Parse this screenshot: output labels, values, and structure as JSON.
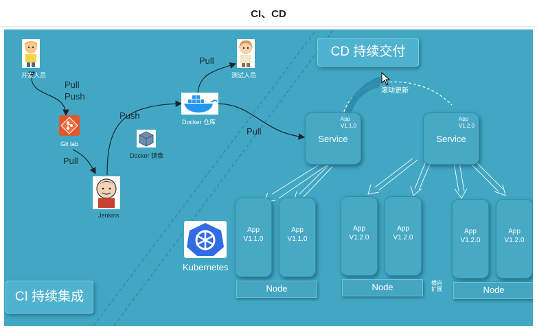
{
  "header": {
    "title": "CI、CD"
  },
  "diagram": {
    "cd_title": "CD 持续交付",
    "ci_title": "CI 持续集成",
    "rolling_update": "滚动更新",
    "scale_out": "横向扩展",
    "kubernetes": "Kubernetes",
    "developer": "开发人员",
    "tester": "测试人员",
    "gitlab": "Git lab",
    "jenkins": "Jenkins",
    "docker_registry": "Docker 仓库",
    "docker_image": "Docker 镜像",
    "edges": {
      "pull_push_1": "Pull",
      "pull_push_2": "Push",
      "pull_gitlab_jenkins": "Pull",
      "push_jenkins_docker": "Push",
      "pull_docker_tester": "Pull",
      "pull_docker_service": "Pull"
    },
    "services": [
      {
        "name": "Service",
        "app": "App",
        "version": "V1.1.0"
      },
      {
        "name": "Service",
        "app": "App",
        "version": "V1.2.0"
      }
    ],
    "pods": [
      {
        "app": "App",
        "version": "V1.1.0"
      },
      {
        "app": "App",
        "version": "V1.1.0"
      },
      {
        "app": "App",
        "version": "V1.2.0"
      },
      {
        "app": "App",
        "version": "V1.2.0"
      },
      {
        "app": "App",
        "version": "V1.2.0"
      },
      {
        "app": "App",
        "version": "V1.2.0"
      }
    ],
    "nodes": [
      "Node",
      "Node",
      "Node"
    ]
  }
}
